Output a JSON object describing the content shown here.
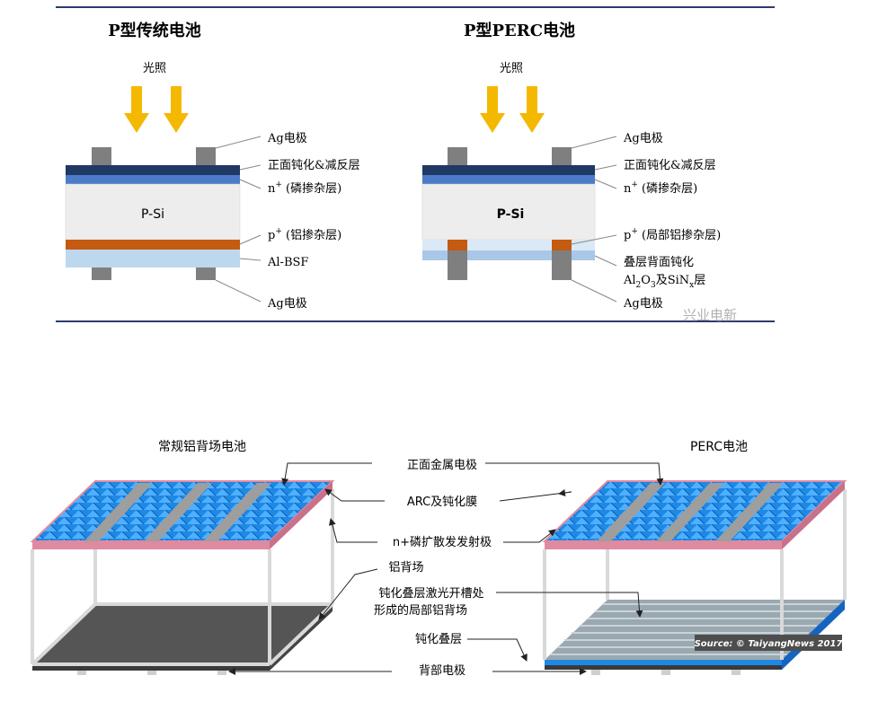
{
  "top": {
    "left_title": "P型传统电池",
    "right_title": "P型PERC电池",
    "light_label": "光照",
    "ag_electrode": "Ag电极",
    "front_passivation": "正面钝化&减反层",
    "n_layer_base": "n",
    "n_layer_sup": "+",
    "n_layer_rest": " (磷掺杂层)",
    "psi": "P-Si",
    "p_layer_base": "p",
    "p_layer_sup": "+",
    "p_layer_left_rest": " (铝掺杂层)",
    "p_layer_right_rest": " (局部铝掺杂层)",
    "al_bsf": "Al-BSF",
    "stack_line1": "叠层背面钝化",
    "stack_al": "Al",
    "stack_sub2": "2",
    "stack_o": "O",
    "stack_sub3": "3",
    "stack_mid": "及SiN",
    "stack_subx": "x",
    "stack_end": "层",
    "watermark": "兴业电新"
  },
  "bottom": {
    "left_title": "常规铝背场电池",
    "right_title": "PERC电池",
    "front_metal": "正面金属电极",
    "arc": "ARC及钝化膜",
    "n_emitter": "n+磷扩散发发射极",
    "al_bsf": "铝背场",
    "laser_line1": "钝化叠层激光开槽处",
    "laser_line2": "形成的局部铝背场",
    "passivation_stack": "钝化叠层",
    "back_electrode": "背部电极",
    "source": "Source: © TaiyangNews 2017"
  },
  "colors": {
    "dark_blue": "#1f3864",
    "mid_blue": "#4a7cc9",
    "psi_grey": "#ededed",
    "orange": "#c55a11",
    "light_blue": "#bdd7ee",
    "electrode": "#7f7f7f",
    "arrow": "#f5b800",
    "cell_blue": "#1e88e5"
  }
}
